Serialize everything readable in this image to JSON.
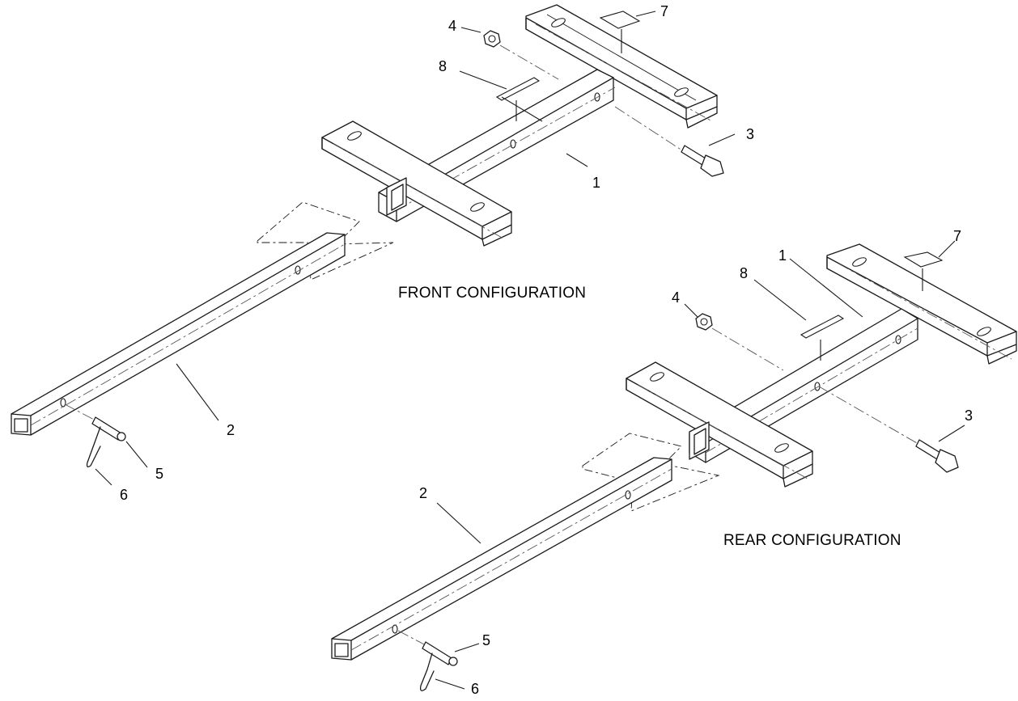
{
  "captions": {
    "front": "FRONT CONFIGURATION",
    "rear": "REAR CONFIGURATION"
  },
  "callouts": {
    "front": {
      "c1": "1",
      "c2": "2",
      "c3": "3",
      "c4": "4",
      "c5": "5",
      "c6": "6",
      "c7": "7",
      "c8": "8"
    },
    "rear": {
      "c1": "1",
      "c2": "2",
      "c3": "3",
      "c4": "4",
      "c5": "5",
      "c6": "6",
      "c7": "7",
      "c8": "8"
    }
  }
}
